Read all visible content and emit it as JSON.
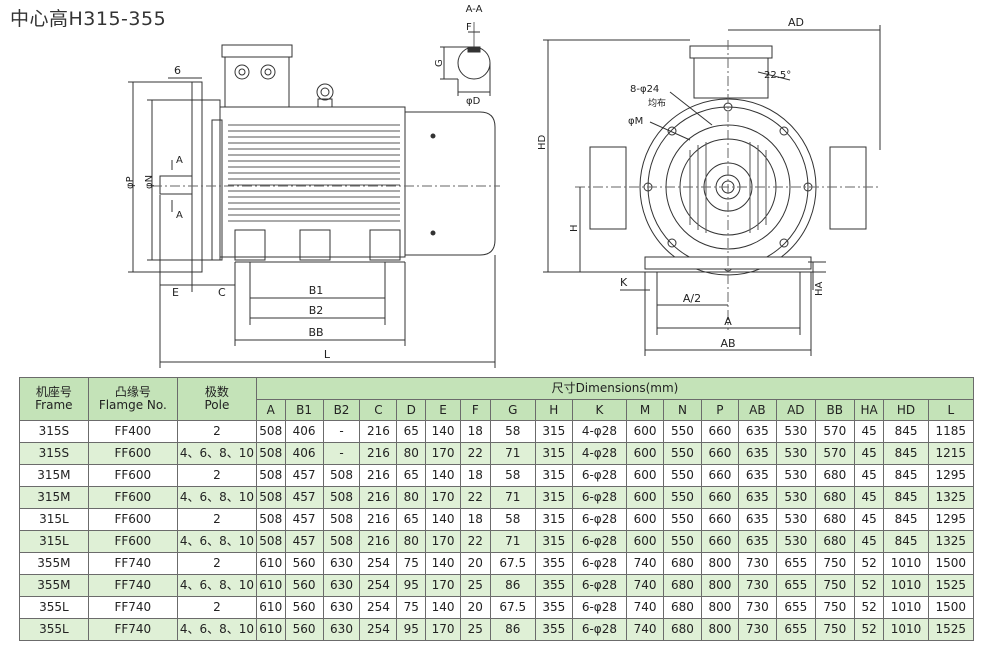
{
  "title": "中心高H315-355",
  "drawing_labels": {
    "section": "A-A",
    "six": "6",
    "A": "A",
    "E": "E",
    "C": "C",
    "B1": "B1",
    "B2": "B2",
    "BB": "BB",
    "L": "L",
    "G": "G",
    "F": "F",
    "D": "φD",
    "P": "φP",
    "N": "φN",
    "AD": "AD",
    "HD": "HD",
    "H": "H",
    "K": "K",
    "HA": "HA",
    "A_half": "A/2",
    "A_bottom": "A",
    "AB": "AB",
    "holes": "8-φ24",
    "holes_note": "均布",
    "M": "φM",
    "angle": "22.5°"
  },
  "table": {
    "col_frame": "机座号",
    "col_frame_en": "Frame",
    "col_flange": "凸缘号",
    "col_flange_en": "Flamge No.",
    "col_pole": "极数",
    "col_pole_en": "Pole",
    "col_dims": "尺寸Dimensions(mm)",
    "dim_headers": [
      "A",
      "B1",
      "B2",
      "C",
      "D",
      "E",
      "F",
      "G",
      "H",
      "K",
      "M",
      "N",
      "P",
      "AB",
      "AD",
      "BB",
      "HA",
      "HD",
      "L"
    ],
    "rows": [
      [
        "315S",
        "FF400",
        "2",
        "508",
        "406",
        "-",
        "216",
        "65",
        "140",
        "18",
        "58",
        "315",
        "4-φ28",
        "600",
        "550",
        "660",
        "635",
        "530",
        "570",
        "45",
        "845",
        "1185"
      ],
      [
        "315S",
        "FF600",
        "4、6、8、10",
        "508",
        "406",
        "-",
        "216",
        "80",
        "170",
        "22",
        "71",
        "315",
        "4-φ28",
        "600",
        "550",
        "660",
        "635",
        "530",
        "570",
        "45",
        "845",
        "1215"
      ],
      [
        "315M",
        "FF600",
        "2",
        "508",
        "457",
        "508",
        "216",
        "65",
        "140",
        "18",
        "58",
        "315",
        "6-φ28",
        "600",
        "550",
        "660",
        "635",
        "530",
        "680",
        "45",
        "845",
        "1295"
      ],
      [
        "315M",
        "FF600",
        "4、6、8、10",
        "508",
        "457",
        "508",
        "216",
        "80",
        "170",
        "22",
        "71",
        "315",
        "6-φ28",
        "600",
        "550",
        "660",
        "635",
        "530",
        "680",
        "45",
        "845",
        "1325"
      ],
      [
        "315L",
        "FF600",
        "2",
        "508",
        "457",
        "508",
        "216",
        "65",
        "140",
        "18",
        "58",
        "315",
        "6-φ28",
        "600",
        "550",
        "660",
        "635",
        "530",
        "680",
        "45",
        "845",
        "1295"
      ],
      [
        "315L",
        "FF600",
        "4、6、8、10",
        "508",
        "457",
        "508",
        "216",
        "80",
        "170",
        "22",
        "71",
        "315",
        "6-φ28",
        "600",
        "550",
        "660",
        "635",
        "530",
        "680",
        "45",
        "845",
        "1325"
      ],
      [
        "355M",
        "FF740",
        "2",
        "610",
        "560",
        "630",
        "254",
        "75",
        "140",
        "20",
        "67.5",
        "355",
        "6-φ28",
        "740",
        "680",
        "800",
        "730",
        "655",
        "750",
        "52",
        "1010",
        "1500"
      ],
      [
        "355M",
        "FF740",
        "4、6、8、10",
        "610",
        "560",
        "630",
        "254",
        "95",
        "170",
        "25",
        "86",
        "355",
        "6-φ28",
        "740",
        "680",
        "800",
        "730",
        "655",
        "750",
        "52",
        "1010",
        "1525"
      ],
      [
        "355L",
        "FF740",
        "2",
        "610",
        "560",
        "630",
        "254",
        "75",
        "140",
        "20",
        "67.5",
        "355",
        "6-φ28",
        "740",
        "680",
        "800",
        "730",
        "655",
        "750",
        "52",
        "1010",
        "1500"
      ],
      [
        "355L",
        "FF740",
        "4、6、8、10",
        "610",
        "560",
        "630",
        "254",
        "95",
        "170",
        "25",
        "86",
        "355",
        "6-φ28",
        "740",
        "680",
        "800",
        "730",
        "655",
        "750",
        "52",
        "1010",
        "1525"
      ]
    ]
  }
}
